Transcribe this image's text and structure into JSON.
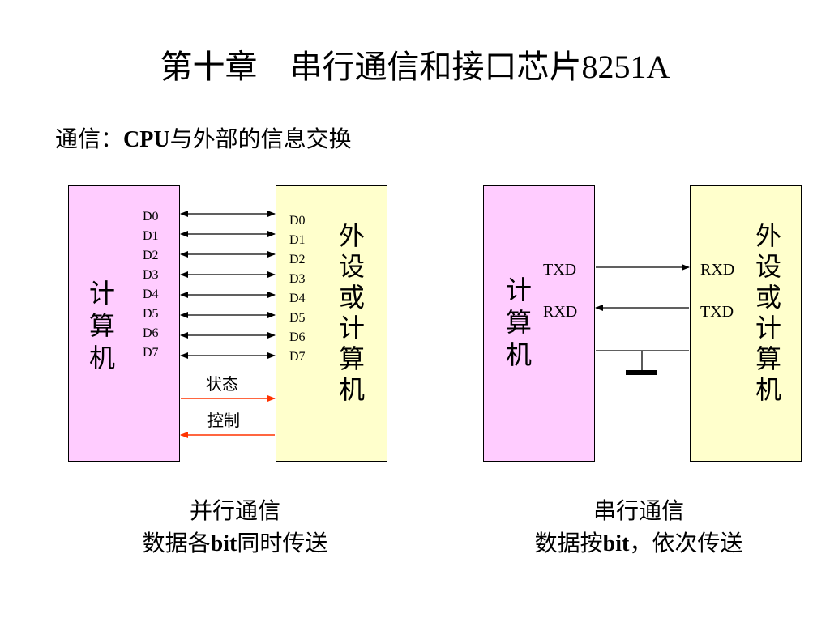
{
  "title": "第十章　串行通信和接口芯片8251A",
  "subtitle": {
    "prefix": "通信：",
    "bold": "CPU",
    "suffix": "与外部的信息交换"
  },
  "parallel": {
    "computer_label": [
      "计",
      "算",
      "机"
    ],
    "peripheral_label": [
      "外",
      "设",
      "或",
      "计",
      "算",
      "机"
    ],
    "left_pins": [
      "D0",
      "D1",
      "D2",
      "D3",
      "D4",
      "D5",
      "D6",
      "D7"
    ],
    "right_pins": [
      "D0",
      "D1",
      "D2",
      "D3",
      "D4",
      "D5",
      "D6",
      "D7"
    ],
    "status_label": "状态",
    "control_label": "控制",
    "caption_line1": "并行通信",
    "caption_line2_prefix": "数据各",
    "caption_line2_bold": "bit",
    "caption_line2_suffix": "同时传送"
  },
  "serial": {
    "computer_label": [
      "计",
      "算",
      "机"
    ],
    "peripheral_label": [
      "外",
      "设",
      "或",
      "计",
      "算",
      "机"
    ],
    "left_txd": "TXD",
    "left_rxd": "RXD",
    "right_rxd": "RXD",
    "right_txd": "TXD",
    "caption_line1": "串行通信",
    "caption_line2_prefix": "数据按",
    "caption_line2_bold": "bit",
    "caption_line2_suffix": "，依次传送"
  },
  "colors": {
    "computer_fill": "#ffccff",
    "peripheral_fill": "#ffffcc",
    "signal_arrow": "#ff3300"
  }
}
